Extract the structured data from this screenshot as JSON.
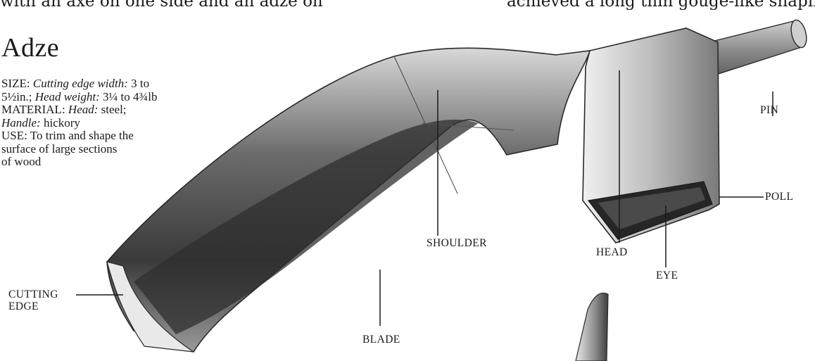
{
  "top_text": {
    "left": "with an axe on one side and an adze on",
    "right": "achieved a long thin gouge-like shaping"
  },
  "title": "Adze",
  "specs": {
    "size_label": "SIZE:",
    "cutting_edge_label": "Cutting edge width:",
    "cutting_edge_value": "3 to",
    "cutting_edge_value_2": "5½in.;",
    "head_weight_label": "Head weight:",
    "head_weight_value": "3¼ to 4¾lb",
    "material_label": "MATERIAL:",
    "head_label": "Head:",
    "head_value": "steel;",
    "handle_label": "Handle:",
    "handle_value": "hickory",
    "use_line_1": "USE: To trim and shape the",
    "use_line_2": "surface of large sections",
    "use_line_3": "of wood"
  },
  "labels": {
    "pin": "PIN",
    "poll": "POLL",
    "shoulder": "SHOULDER",
    "head": "HEAD",
    "eye": "EYE",
    "cutting_1": "CUTTING",
    "cutting_2": "EDGE",
    "blade": "BLADE"
  },
  "colors": {
    "ink": "#1a1a1a",
    "metal_dark": "#3a3a3a",
    "metal_mid": "#8a8a8a",
    "metal_light": "#e6e6e6"
  }
}
